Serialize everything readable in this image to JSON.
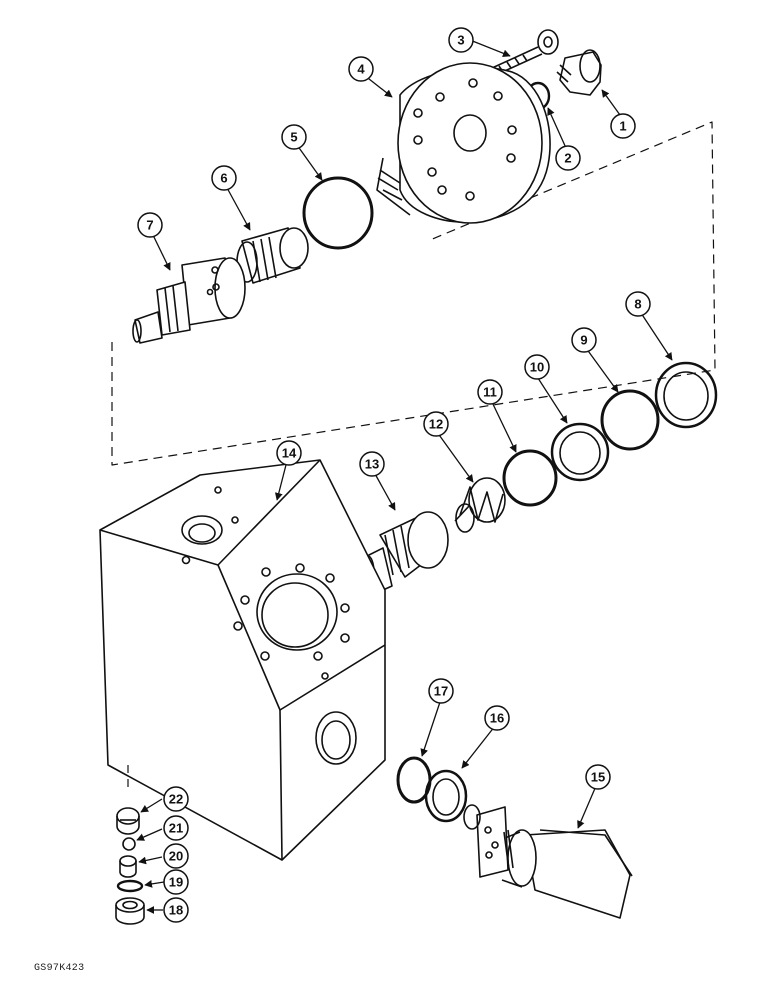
{
  "figure_code": "GS97K423",
  "callouts": [
    "1",
    "2",
    "3",
    "4",
    "5",
    "6",
    "7",
    "8",
    "9",
    "10",
    "11",
    "12",
    "13",
    "14",
    "15",
    "16",
    "17",
    "18",
    "19",
    "20",
    "21",
    "22"
  ]
}
